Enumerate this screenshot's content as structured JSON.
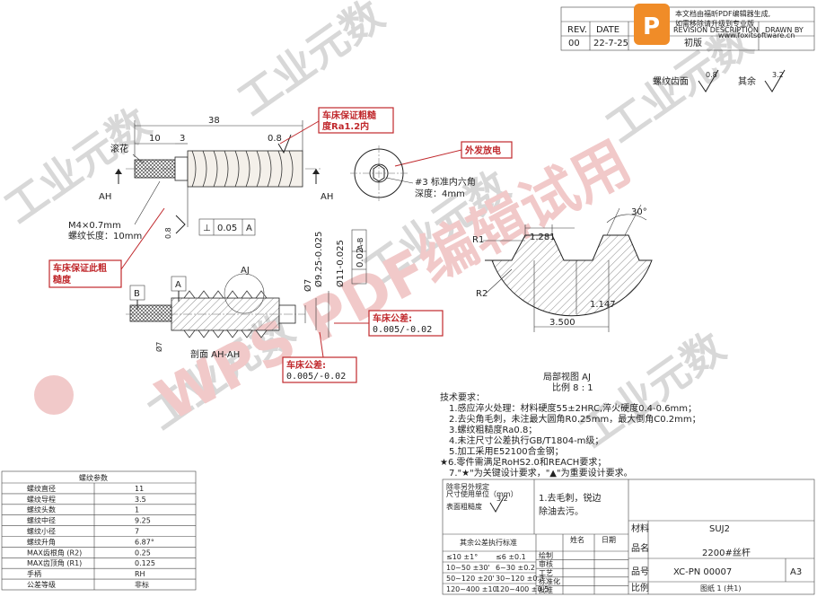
{
  "revision_table": {
    "headers": [
      "REV.",
      "DATE",
      "REVISION DESCRIPTION",
      "DRAWN BY"
    ],
    "row": [
      "00",
      "22-7-25",
      "初版",
      ""
    ]
  },
  "overlay_notice": {
    "line1": "本文档由福昕PDF编辑器生成,",
    "line2": "如需移除请升级到专业版",
    "url": "www.foxitsoftware.cn"
  },
  "surface_roughness": {
    "thread_face_label": "螺纹齿面",
    "thread_face_value": "0.8",
    "rest_label": "其余",
    "rest_value": "3.2"
  },
  "main_view": {
    "dim_38": "38",
    "dim_10": "10",
    "dim_3": "3",
    "roughness_08": "0.8",
    "chamfer_label": "滚花",
    "section_mark": "AH",
    "thread_spec_line1": "M4×0.7mm",
    "thread_spec_line2": "螺纹长度：10mm",
    "roughness_left": "0.8",
    "perp_symbol": "⊥",
    "perp_value": "0.05",
    "perp_datum": "A"
  },
  "callouts": {
    "lathe_rough1_line1": "车床保证粗糙",
    "lathe_rough1_line2": "度Ra1.2内",
    "edm": "外发放电",
    "lathe_rough2_line1": "车床保证此粗",
    "lathe_rough2_line2": "糙度",
    "tol1_title": "车床公差:",
    "tol1_value": "0.005/-0.02",
    "tol2_title": "车床公差:",
    "tol2_value": "0.005/-0.02"
  },
  "end_view": {
    "hex_line1": "#3 标准内六角",
    "hex_line2": "深度：4mm"
  },
  "section_view": {
    "datum_b": "B",
    "datum_a": "A",
    "label_aj": "AJ",
    "dim_d7_left": "Ø7",
    "dim_d7": "Ø7",
    "dim_925": "Ø9.25-0.025",
    "dim_11": "Ø11-0.025",
    "runout": "0.02",
    "runout_datum": "A-B",
    "caption": "剖面 AH-AH"
  },
  "detail_view": {
    "angle": "30°",
    "r1": "R1",
    "r2": "R2",
    "dim_1281": "1.281",
    "dim_1147": "1.147",
    "dim_3500": "3.500",
    "title": "局部视图 AJ",
    "scale": "比例 8 : 1"
  },
  "tech_requirements": {
    "title": "技术要求：",
    "items": [
      "1.感应淬火处理：材料硬度55±2HRC,淬火硬度0.4-0.6mm；",
      "2.去尖角毛刺，未注最大圆角R0.25mm，最大倒角C0.2mm；",
      "3.螺纹粗糙度Ra0.8；",
      "4.未注尺寸公差执行GB/T1804-m级；",
      "5.加工采用E52100合金钢；",
      "★6.零件需满足RoHS2.0和REACH要求；",
      "7.\"★\"为关键设计要求，\"▲\"为重要设计要求。"
    ]
  },
  "params_table": {
    "title": "螺纹参数",
    "rows": [
      [
        "螺纹直径",
        "11"
      ],
      [
        "螺纹导程",
        "3.5"
      ],
      [
        "螺纹头数",
        "1"
      ],
      [
        "螺纹中径",
        "9.25"
      ],
      [
        "螺纹小径",
        "7"
      ],
      [
        "螺纹升角",
        "6.87°"
      ],
      [
        "MAX齿根角 (R2)",
        "0.25"
      ],
      [
        "MAX齿顶角 (R1)",
        "0.125"
      ],
      [
        "手柄",
        "RH"
      ],
      [
        "公差等级",
        "非标"
      ]
    ]
  },
  "title_block": {
    "finish_note1": "除非另外规定",
    "finish_note2": "尺寸使用单位（mm）",
    "finish_note3": "表面粗糙度",
    "finish_value": "3.2",
    "deburr_line1": "1.去毛刺，锐边",
    "deburr_line2": "除油去污。",
    "material_label": "材料",
    "material_value": "SUJ2",
    "name_label": "品名",
    "name_value": "2200#丝杆",
    "partno_label": "品号",
    "partno_value": "XC-PN 00007",
    "size": "A3",
    "scale_label": "比例",
    "sheet": "图纸 1 (共1)",
    "tol_title": "其余公差执行标准",
    "sign_header_name": "姓名",
    "sign_header_date": "日期",
    "sign_rows": [
      "绘制",
      "审核",
      "工艺",
      "标准化",
      "批准"
    ],
    "tol_rows": [
      [
        "≤10 ±1°",
        "≤6 ±0.1"
      ],
      [
        "10~50 ±30'",
        "6~30 ±0.2"
      ],
      [
        "50~120 ±20'",
        "30~120 ±0.3"
      ],
      [
        "120~400 ±10'",
        "120~400 ±0.5"
      ]
    ]
  },
  "watermarks": {
    "text1": "工业元数",
    "text2": "WPS PDF编辑试用"
  },
  "colors": {
    "callout_red": "#c0282c",
    "logo_orange": "#f08c28"
  }
}
